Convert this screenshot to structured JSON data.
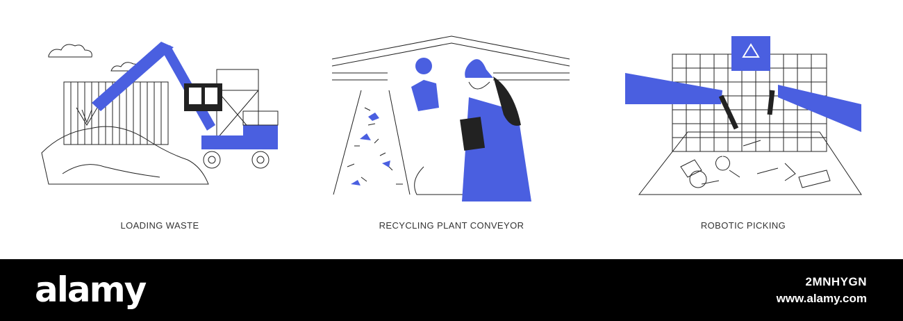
{
  "panels": [
    {
      "caption": "LOADING WASTE",
      "illustration": "excavator-loading-waste"
    },
    {
      "caption": "RECYCLING PLANT CONVEYOR",
      "illustration": "workers-at-conveyor"
    },
    {
      "caption": "ROBOTIC PICKING",
      "illustration": "robot-arms-sorting"
    }
  ],
  "footer": {
    "logo": "alamy",
    "image_id": "2MNHYGN",
    "site": "www.alamy.com"
  },
  "colors": {
    "accent": "#4a5fe0",
    "line": "#222222",
    "footer_bg": "#000000"
  }
}
